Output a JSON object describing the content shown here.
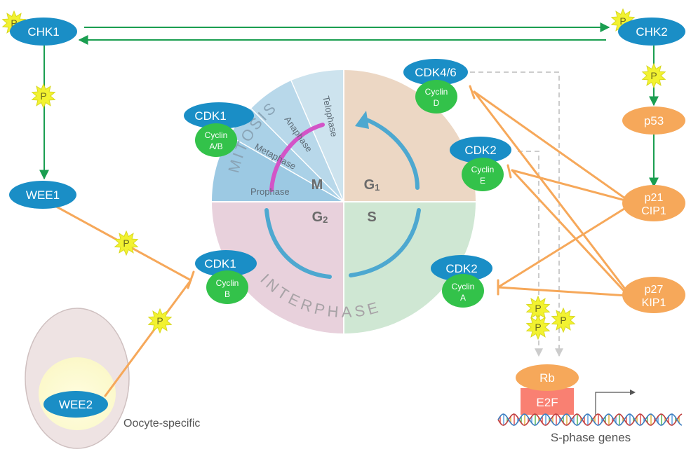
{
  "nodes": {
    "chk1": "CHK1",
    "chk2": "CHK2",
    "wee1": "WEE1",
    "wee2": "WEE2",
    "p53": "p53",
    "p21_a": "p21",
    "p21_b": "CIP1",
    "p27_a": "p27",
    "p27_b": "KIP1",
    "cdk1_top": "CDK1",
    "cyclin_ab_a": "Cyclin",
    "cyclin_ab_b": "A/B",
    "cdk1_mid": "CDK1",
    "cyclin_b_a": "Cyclin",
    "cyclin_b_b": "B",
    "cdk46": "CDK4/6",
    "cyclin_d_a": "Cyclin",
    "cyclin_d_b": "D",
    "cdk2_e": "CDK2",
    "cyclin_e_a": "Cyclin",
    "cyclin_e_b": "E",
    "cdk2_a": "CDK2",
    "cyclin_a_a": "Cyclin",
    "cyclin_a_b": "A",
    "rb": "Rb",
    "e2f": "E2F"
  },
  "phospho_label": "P",
  "cycle": {
    "mitosis": "MITOSIS",
    "interphase": "INTERPHASE",
    "telophase": "Telophase",
    "anaphase": "Anaphase",
    "metaphase": "Metaphase",
    "prophase": "Prophase",
    "m": "M",
    "g1": "G",
    "g1_sub": "1",
    "g2": "G",
    "g2_sub": "2",
    "s": "S"
  },
  "captions": {
    "oocyte": "Oocyte-specific",
    "sphase": "S-phase genes"
  },
  "colors": {
    "blue": "#1a8ec6",
    "green": "#33c24a",
    "orange": "#f6a85a",
    "arrow_green": "#1a9e50",
    "arrow_orange": "#f6a85a",
    "phospho": "#f2f230",
    "dashed": "#cccccc",
    "e2f": "#f98072"
  }
}
